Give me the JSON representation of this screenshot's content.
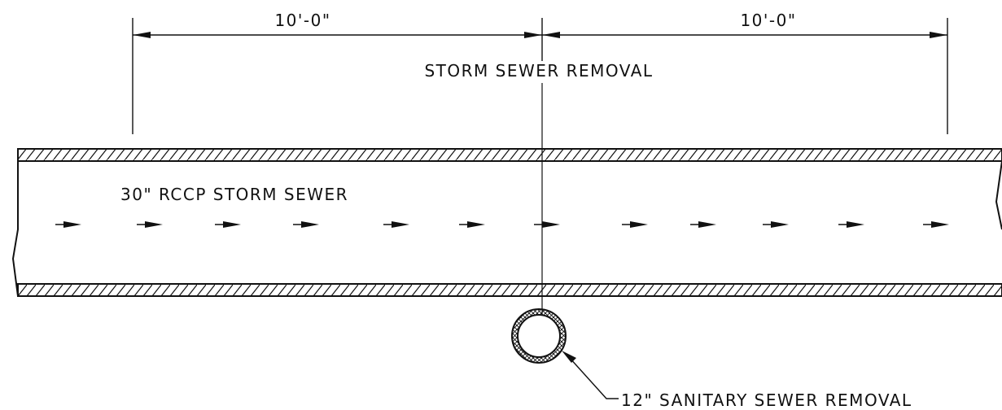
{
  "dimensions": {
    "left": "10'-0\"",
    "right": "10'-0\""
  },
  "labels": {
    "removal_line": "STORM SEWER REMOVAL",
    "storm_sewer": "30\" RCCP STORM SEWER",
    "sanitary_sewer": "12\" SANITARY SEWER REMOVAL"
  },
  "colors": {
    "ink": "#111111",
    "background": "#ffffff"
  }
}
